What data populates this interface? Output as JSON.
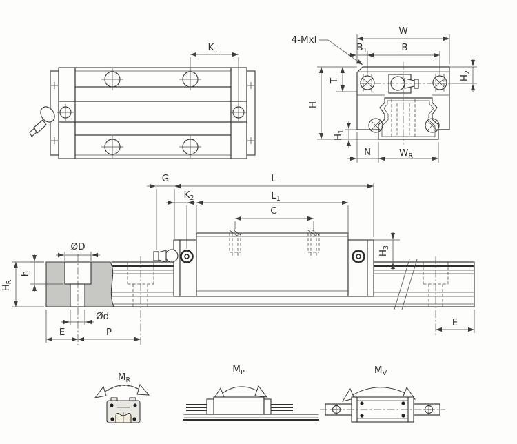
{
  "drawing": {
    "top_view": {
      "k1": {
        "t": "K",
        "s": "1"
      }
    },
    "end_view": {
      "callout": "4-Mxl",
      "w": "W",
      "b1": {
        "t": "B",
        "s": "1"
      },
      "b": "B",
      "t_dim": "T",
      "h_dim": "H",
      "h1": {
        "t": "H",
        "s": "1"
      },
      "h2": {
        "t": "H",
        "s": "2"
      },
      "n": "N",
      "wr": {
        "t": "W",
        "s": "R"
      }
    },
    "side_view": {
      "g": "G",
      "l": "L",
      "k2": {
        "t": "K",
        "s": "2"
      },
      "l1": {
        "t": "L",
        "s": "1"
      },
      "c": "C",
      "h3": {
        "t": "H",
        "s": "3"
      },
      "dia_d_big": "ØD",
      "depth_h": "h",
      "hr": {
        "t": "H",
        "s": "R"
      },
      "dia_d_small": "Ød",
      "e_left": "E",
      "p": "P",
      "e_right": "E"
    },
    "moments": {
      "mr": {
        "t": "M",
        "s": "R"
      },
      "mp": {
        "t": "M",
        "s": "P"
      },
      "mv": {
        "t": "M",
        "s": "V"
      }
    }
  }
}
